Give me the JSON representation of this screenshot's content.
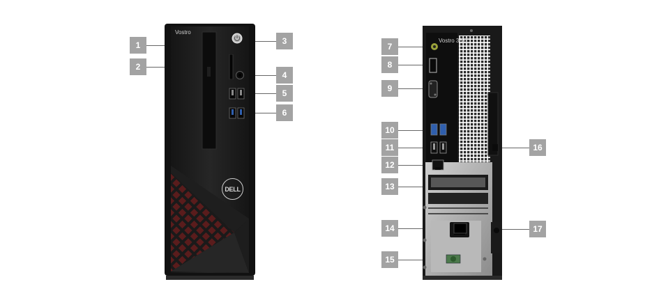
{
  "front_panel": {
    "brand_text": "Vostro",
    "logo_text": "DELL",
    "callouts": [
      "1",
      "2",
      "3",
      "4",
      "5",
      "6"
    ]
  },
  "rear_panel": {
    "model_text": "Vostro 3681",
    "callouts": [
      "7",
      "8",
      "9",
      "10",
      "11",
      "12",
      "13",
      "14",
      "15",
      "16",
      "17"
    ]
  },
  "colors": {
    "callout_bg": "#a3a3a3",
    "chassis": "#1c1c1c",
    "accent_red": "#8a1f1f",
    "usb3_blue": "#2f5fae"
  },
  "icons": [
    "power-button-icon",
    "headset-jack-icon",
    "usb-port-icon",
    "sd-card-slot-icon",
    "ac-power-inlet-icon"
  ]
}
